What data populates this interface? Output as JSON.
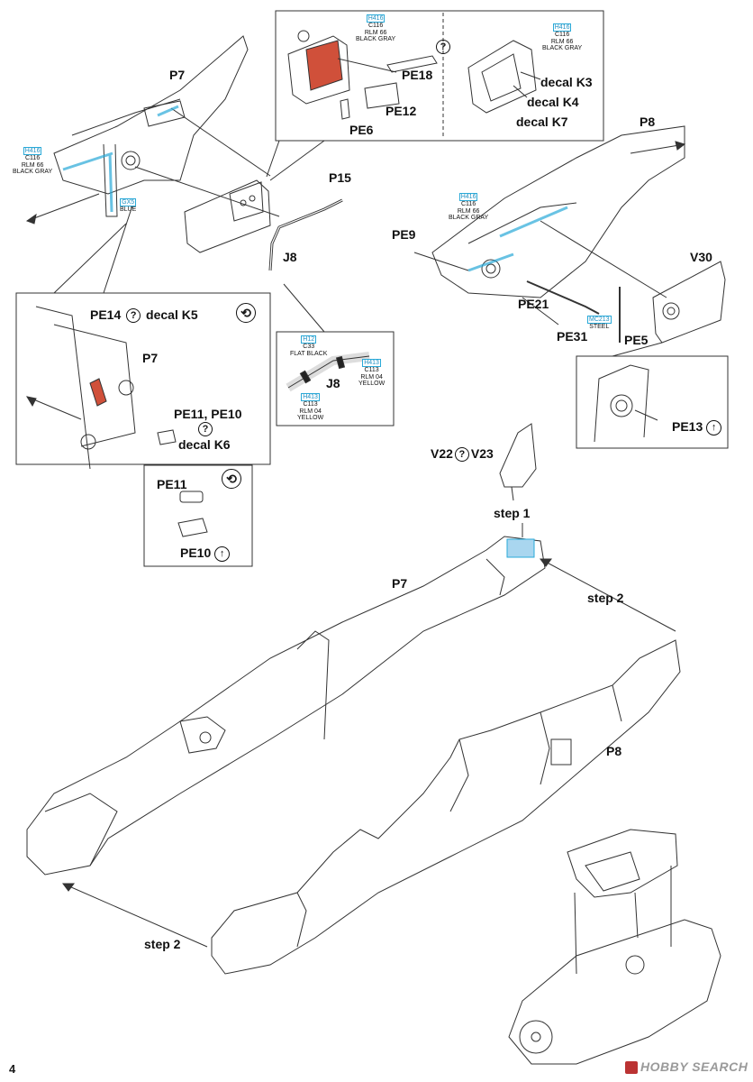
{
  "page": {
    "number": "4",
    "watermark": "HOBBY SEARCH"
  },
  "colors": {
    "callout_blue": "#29a9d8",
    "paint_red": "#d0503a",
    "line": "#333333"
  },
  "parts": {
    "p7_top": "P7",
    "p8_top": "P8",
    "p15": "P15",
    "j8": "J8",
    "j8_detail": "J8",
    "pe18": "PE18",
    "pe12": "PE12",
    "pe6": "PE6",
    "pe9": "PE9",
    "pe21": "PE21",
    "pe31": "PE31",
    "pe5": "PE5",
    "v30": "V30",
    "pe14": "PE14",
    "p7_detail": "P7",
    "pe11_pe10": "PE11, PE10",
    "pe11": "PE11",
    "pe10": "PE10",
    "pe13": "PE13",
    "v22": "V22",
    "v23": "V23",
    "p7_main": "P7",
    "p8_main": "P8"
  },
  "decals": {
    "k3": "decal K3",
    "k4": "decal K4",
    "k7": "decal K7",
    "k5": "decal K5",
    "k6": "decal K6"
  },
  "steps": {
    "step1": "step 1",
    "step2_right": "step 2",
    "step2_left": "step 2"
  },
  "callouts": {
    "p7_gray": {
      "code": "H416",
      "c": "C116",
      "rlm": "RLM 66",
      "name": "BLACK GRAY"
    },
    "p7_blue": {
      "code": "GX5",
      "name": "BLUE"
    },
    "inset_gray_a": {
      "code": "H416",
      "c": "C116",
      "rlm": "RLM 66",
      "name": "BLACK GRAY"
    },
    "inset_gray_b": {
      "code": "H416",
      "c": "C116",
      "rlm": "RLM 66",
      "name": "BLACK GRAY"
    },
    "p8_gray": {
      "code": "H416",
      "c": "C116",
      "rlm": "RLM 66",
      "name": "BLACK GRAY"
    },
    "steel": {
      "code": "MC213",
      "name": "STEEL"
    },
    "j8_black": {
      "code": "H12",
      "c": "C33",
      "name": "FLAT BLACK"
    },
    "j8_yellow_a": {
      "code": "H413",
      "c": "C113",
      "rlm": "RLM 04",
      "name": "YELLOW"
    },
    "j8_yellow_b": {
      "code": "H413",
      "c": "C113",
      "rlm": "RLM 04",
      "name": "YELLOW"
    }
  },
  "symbols": {
    "question": "?",
    "rotate": "⟲",
    "up_arrow": "↑"
  }
}
